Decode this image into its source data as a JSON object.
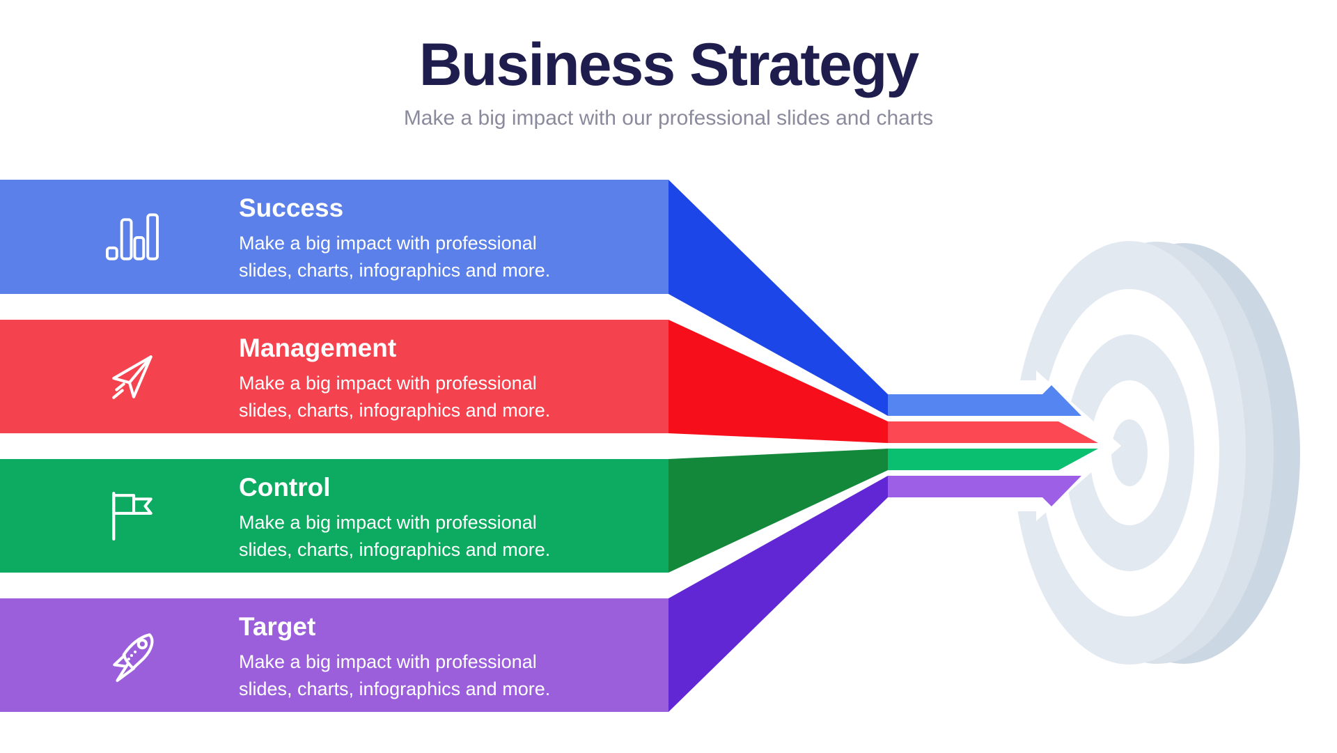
{
  "header": {
    "title": "Business Strategy",
    "subtitle": "Make a big impact with our professional slides and charts",
    "title_color": "#1E1D4D",
    "subtitle_color": "#8A8A9C"
  },
  "rows": [
    {
      "title": "Success",
      "icon": "bar-chart-icon",
      "desc_line1": "Make a big impact with professional",
      "desc_line2": "slides, charts, infographics and more.",
      "bar_color": "#5B80E9",
      "wedge_color": "#1D46E9",
      "stripe_color": "#5585F0"
    },
    {
      "title": "Management",
      "icon": "paper-plane-icon",
      "desc_line1": "Make a big impact with professional",
      "desc_line2": "slides, charts, infographics and more.",
      "bar_color": "#F4434F",
      "wedge_color": "#F60E1B",
      "stripe_color": "#FC4853"
    },
    {
      "title": "Control",
      "icon": "flag-icon",
      "desc_line1": "Make a big impact with professional",
      "desc_line2": "slides, charts, infographics and more.",
      "bar_color": "#0DAB61",
      "wedge_color": "#13883A",
      "stripe_color": "#0ABF70"
    },
    {
      "title": "Target",
      "icon": "rocket-icon",
      "desc_line1": "Make a big impact with professional",
      "desc_line2": "slides, charts, infographics and more.",
      "bar_color": "#9B5FDC",
      "wedge_color": "#6227D4",
      "stripe_color": "#9C5FE5"
    }
  ],
  "target_graphic": {
    "ring_color": "#E3E9F1",
    "depth_color": "#CBD7E3",
    "depth_mid_color": "#D8E1EA",
    "backing_color": "#FFFFFF"
  }
}
